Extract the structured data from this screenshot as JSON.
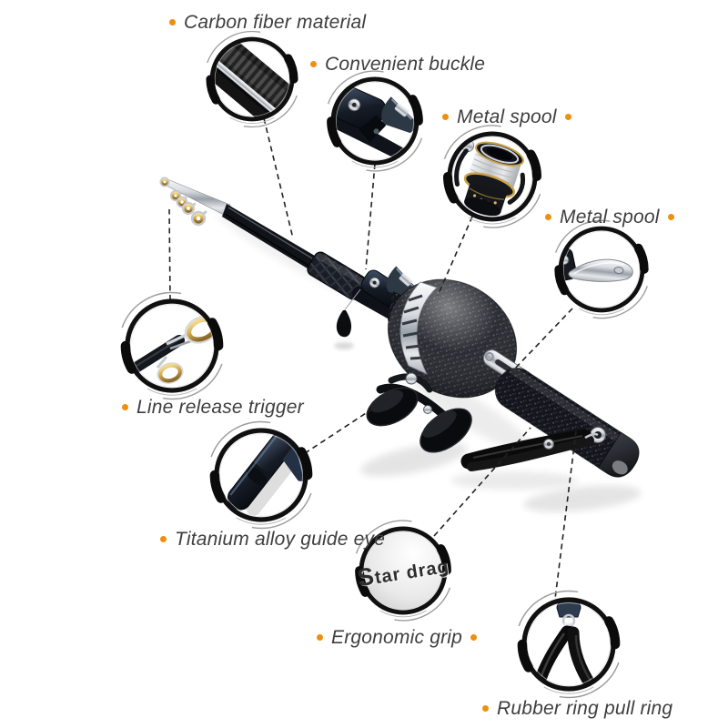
{
  "title": "Fishing rod and reel combo feature callout diagram",
  "accent_color": "#ee8f0e",
  "text_color": "#3e3e3e",
  "product": {
    "name": "telescopic fishing rod with enclosed reel",
    "star_drag_text": "Star drag"
  },
  "callouts": [
    {
      "id": "carbon-fiber-material",
      "label": "Carbon fiber material",
      "dot_before": true,
      "dot_after": false
    },
    {
      "id": "convenient-buckle",
      "label": "Convenient buckle",
      "dot_before": true,
      "dot_after": false
    },
    {
      "id": "metal-spool-upper",
      "label": "Metal spool",
      "dot_before": true,
      "dot_after": true
    },
    {
      "id": "metal-spool-lower",
      "label": "Metal spool",
      "dot_before": true,
      "dot_after": true
    },
    {
      "id": "line-release-trigger",
      "label": "Line release trigger",
      "dot_before": true,
      "dot_after": false
    },
    {
      "id": "titanium-alloy-guide-eye",
      "label": "Titanium alloy guide eye",
      "dot_before": true,
      "dot_after": false
    },
    {
      "id": "ergonomic-grip",
      "label": "Ergonomic grip",
      "dot_before": true,
      "dot_after": true
    },
    {
      "id": "rubber-ring-pull-ring",
      "label": "Rubber ring pull ring",
      "dot_before": true,
      "dot_after": false
    }
  ]
}
